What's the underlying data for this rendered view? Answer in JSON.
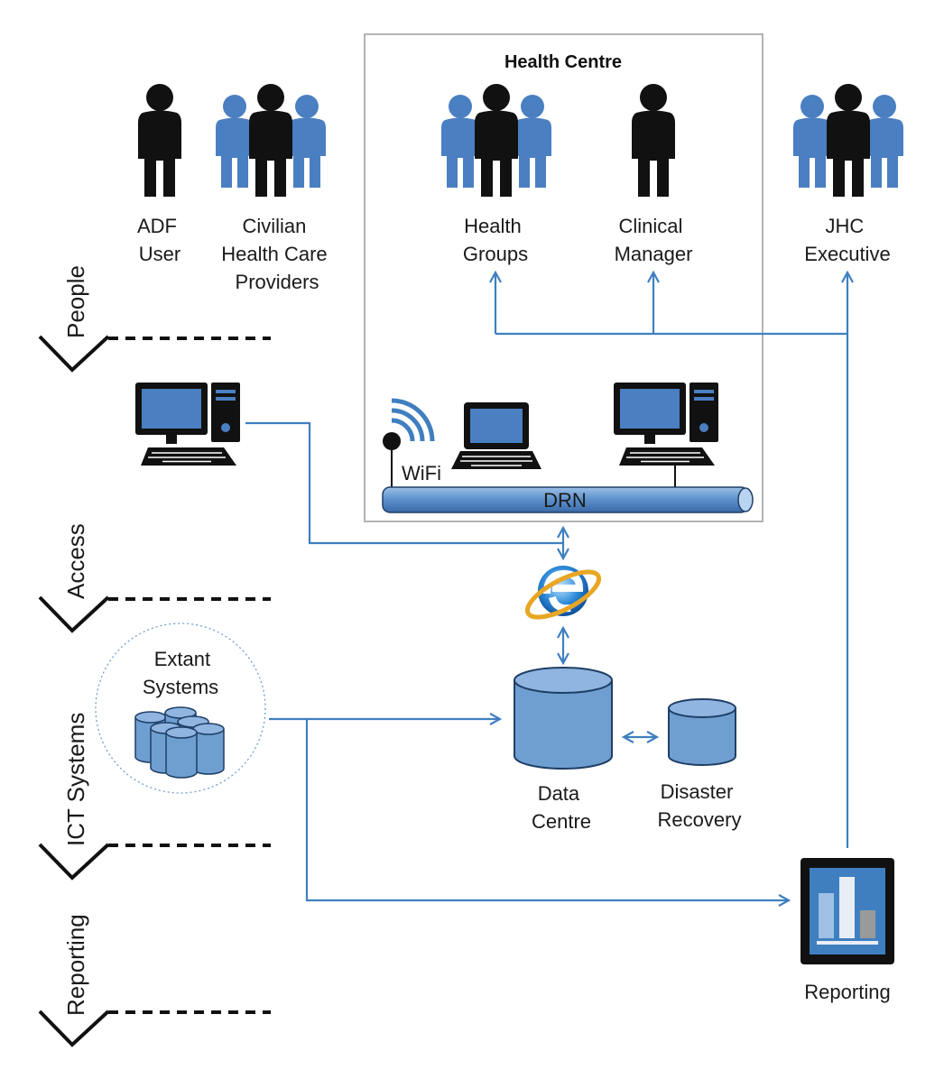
{
  "health_centre": {
    "title": "Health Centre"
  },
  "people": {
    "adf_user": [
      "ADF",
      "User"
    ],
    "civilian": [
      "Civilian",
      "Health Care",
      "Providers"
    ],
    "health_groups": [
      "Health",
      "Groups"
    ],
    "clinical_manager": [
      "Clinical",
      "Manager"
    ],
    "jhc_executive": [
      "JHC",
      "Executive"
    ]
  },
  "lanes": {
    "people": "People",
    "access": "Access",
    "ict": "ICT Systems",
    "reporting": "Reporting"
  },
  "network": {
    "wifi": "WiFi",
    "drn": "DRN"
  },
  "systems": {
    "extant": [
      "Extant",
      "Systems"
    ],
    "data_centre": [
      "Data",
      "Centre"
    ],
    "disaster_recovery": [
      "Disaster",
      "Recovery"
    ],
    "reporting": "Reporting"
  },
  "colors": {
    "blue": "#3f7fc0",
    "person_blue": "#4a7fc1",
    "person_black": "#111111",
    "cylinder": "#6f9fd0"
  }
}
